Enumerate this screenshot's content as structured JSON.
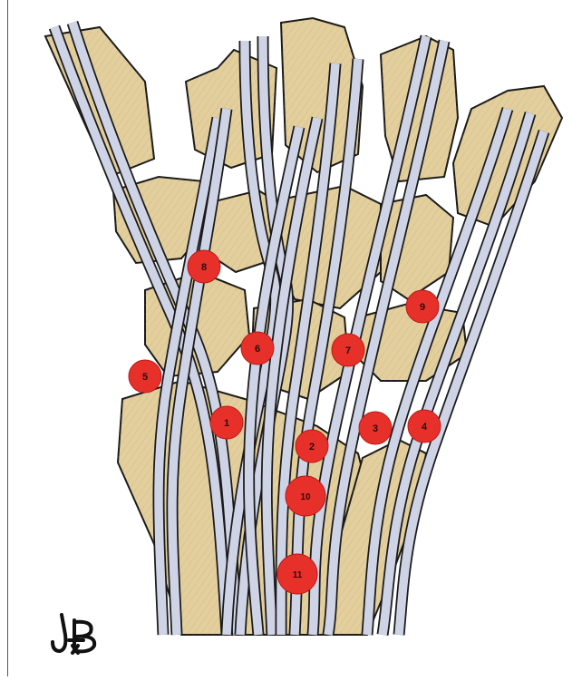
{
  "figure": {
    "markers": [
      {
        "label": "1"
      },
      {
        "label": "2"
      },
      {
        "label": "3"
      },
      {
        "label": "4"
      },
      {
        "label": "5"
      },
      {
        "label": "6"
      },
      {
        "label": "7"
      },
      {
        "label": "8"
      },
      {
        "label": "9"
      },
      {
        "label": "10"
      },
      {
        "label": "11"
      }
    ],
    "colors": {
      "marker_fill": "#e8302a",
      "marker_stroke": "#b81c18",
      "marker_text": "#2a0a08",
      "bone_fill": "#e3cf9d",
      "bone_shade": "#c9a868",
      "tendon_fill": "#cfd3e6",
      "outline": "#1a1a1a"
    }
  }
}
